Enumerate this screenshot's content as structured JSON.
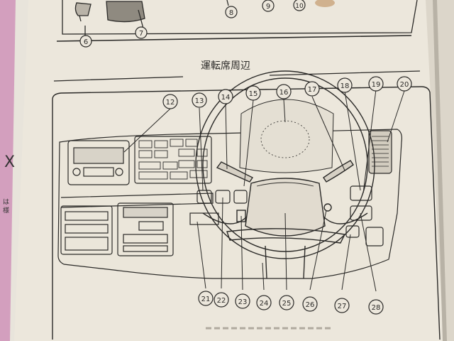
{
  "section_title": "運転席周辺",
  "top_callouts": [
    "6",
    "7",
    "8",
    "9",
    "10"
  ],
  "callouts": [
    {
      "n": "12"
    },
    {
      "n": "13"
    },
    {
      "n": "14"
    },
    {
      "n": "15"
    },
    {
      "n": "16"
    },
    {
      "n": "17"
    },
    {
      "n": "18"
    },
    {
      "n": "19"
    },
    {
      "n": "20"
    },
    {
      "n": "21"
    },
    {
      "n": "22"
    },
    {
      "n": "23"
    },
    {
      "n": "24"
    },
    {
      "n": "25"
    },
    {
      "n": "26"
    },
    {
      "n": "27"
    },
    {
      "n": "28"
    }
  ],
  "left_page_fragments": [
    "X",
    "は",
    "様"
  ],
  "colors": {
    "paper": "#ece7dc",
    "pink": "#d39fbe",
    "ink": "#2b2a28",
    "shadow": "#9a958b"
  }
}
